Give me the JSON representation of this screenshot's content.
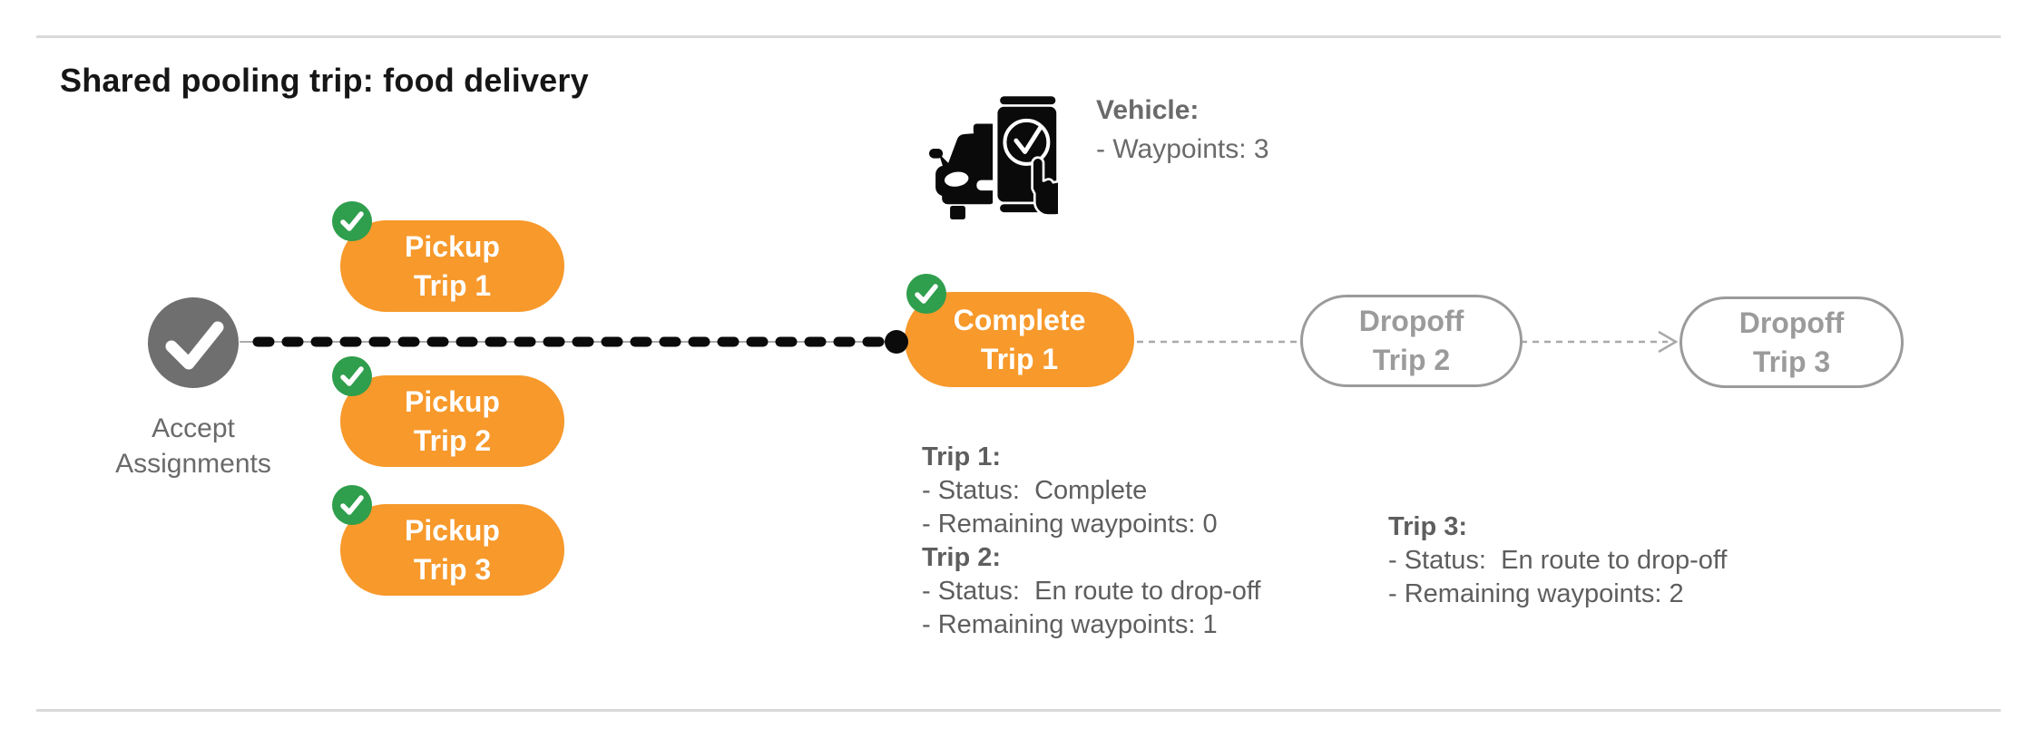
{
  "header": {
    "title": "Shared pooling trip: food delivery"
  },
  "vehicle": {
    "icon": "car-phone-check-icon",
    "label": "Vehicle:",
    "waypoints_line": "- Waypoints: 3"
  },
  "flow": {
    "start": {
      "label": "Accept Assignments"
    },
    "pickups": [
      {
        "line1": "Pickup",
        "line2": "Trip 1"
      },
      {
        "line1": "Pickup",
        "line2": "Trip 2"
      },
      {
        "line1": "Pickup",
        "line2": "Trip 3"
      }
    ],
    "complete": {
      "line1": "Complete",
      "line2": "Trip 1"
    },
    "dropoffs": [
      {
        "line1": "Dropoff",
        "line2": "Trip 2"
      },
      {
        "line1": "Dropoff",
        "line2": "Trip 3"
      }
    ]
  },
  "status_blocks": [
    {
      "lines": [
        {
          "text": "Trip 1:"
        },
        {
          "text": "- Status:  Complete"
        },
        {
          "text": "- Remaining waypoints: 0"
        },
        {
          "text": "Trip 2:"
        },
        {
          "text": "- Status:  En route to drop-off"
        },
        {
          "text": "- Remaining waypoints: 1"
        }
      ]
    },
    {
      "lines": [
        {
          "text": "Trip 3:"
        },
        {
          "text": "- Status:  En route to drop-off"
        },
        {
          "text": "- Remaining waypoints: 2"
        }
      ]
    }
  ],
  "colors": {
    "orange": "#F7992B",
    "green": "#2F9E4D",
    "node_gray": "#6F6F6F",
    "outline_gray": "#9B9B9B",
    "text_gray": "#5E5E5E",
    "rule_gray": "#D9D9D9",
    "dash_black": "#0B0B0B"
  }
}
